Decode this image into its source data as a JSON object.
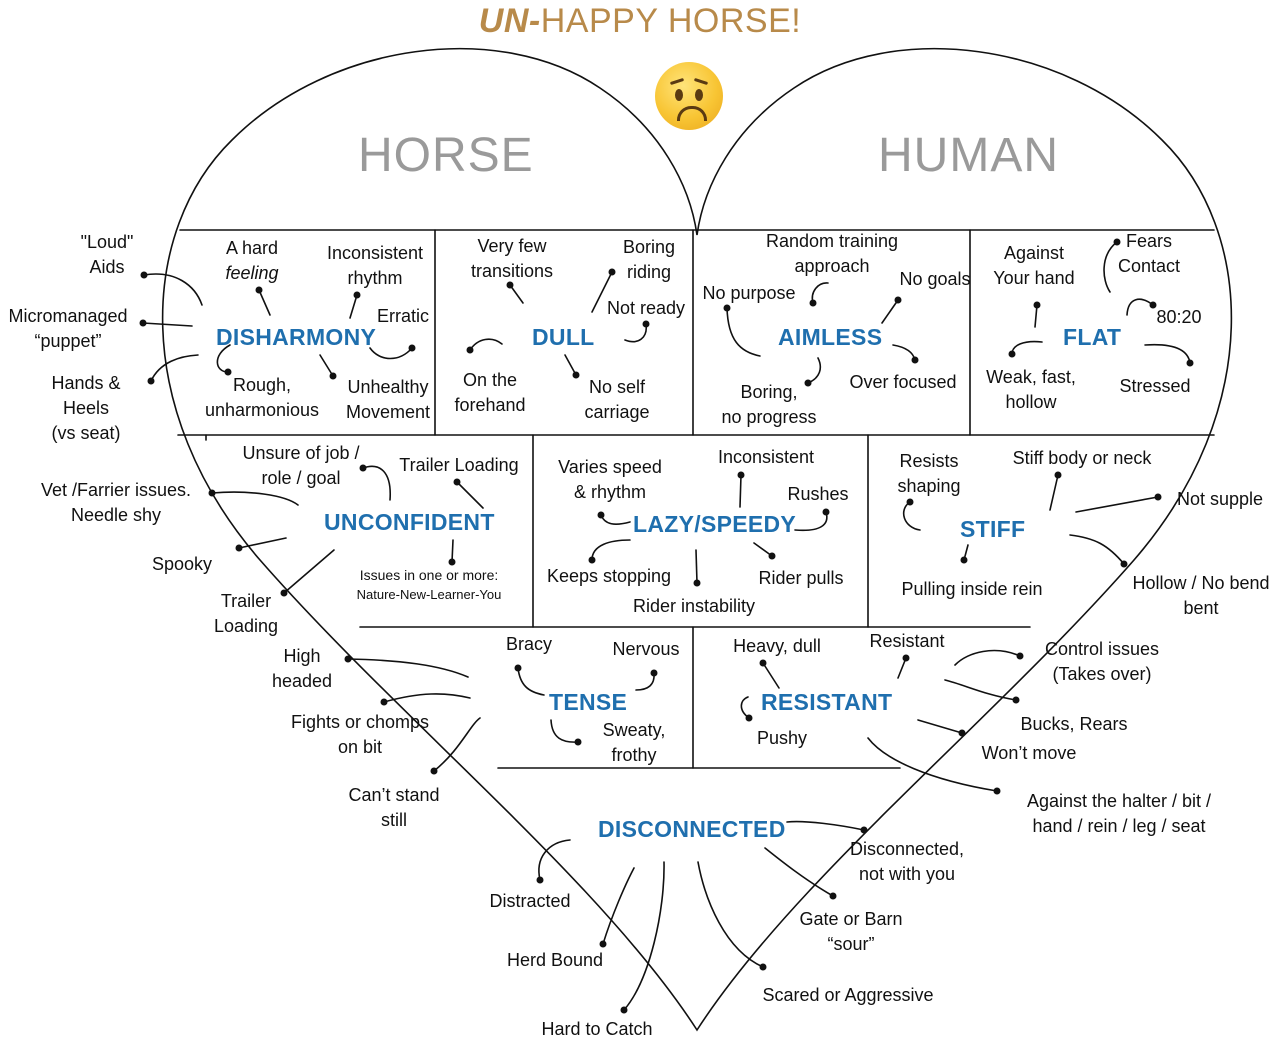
{
  "title": {
    "prefix": "UN-",
    "main": "HAPPY HORSE!"
  },
  "face_icon": "worried-face-emoji",
  "colors": {
    "title": "#b88a4a",
    "category": "#1f6fae",
    "side_label": "#9a9a9a",
    "line": "#111111"
  },
  "sides": {
    "horse": "HORSE",
    "human": "HUMAN"
  },
  "categories": {
    "disharmony": {
      "name": "DISHARMONY",
      "items": [
        {
          "lines": [
            "A hard",
            "feeling"
          ]
        },
        {
          "lines": [
            "Inconsistent",
            "rhythm"
          ]
        },
        {
          "lines": [
            "Erratic"
          ]
        },
        {
          "lines": [
            "Rough,",
            "unharmonious"
          ]
        },
        {
          "lines": [
            "Unhealthy",
            "Movement"
          ]
        }
      ],
      "outside": [
        {
          "lines": [
            "\"Loud\"",
            "Aids"
          ]
        },
        {
          "lines": [
            "Micromanaged",
            "“puppet”"
          ]
        },
        {
          "lines": [
            "Hands &",
            "Heels",
            "(vs seat)"
          ]
        }
      ]
    },
    "dull": {
      "name": "DULL",
      "items": [
        {
          "lines": [
            "Very few",
            "transitions"
          ]
        },
        {
          "lines": [
            "Boring",
            "riding"
          ]
        },
        {
          "lines": [
            "Not ready"
          ]
        },
        {
          "lines": [
            "On the",
            "forehand"
          ]
        },
        {
          "lines": [
            "No self",
            "carriage"
          ]
        }
      ]
    },
    "aimless": {
      "name": "AIMLESS",
      "items": [
        {
          "lines": [
            "Random training",
            "approach"
          ]
        },
        {
          "lines": [
            "No goals"
          ]
        },
        {
          "lines": [
            "No purpose"
          ]
        },
        {
          "lines": [
            "Boring,",
            "no progress"
          ]
        },
        {
          "lines": [
            "Over focused"
          ]
        }
      ]
    },
    "flat": {
      "name": "FLAT",
      "items": [
        {
          "lines": [
            "Against",
            "Your hand"
          ]
        },
        {
          "lines": [
            "Fears",
            "Contact"
          ]
        },
        {
          "lines": [
            "80:20"
          ]
        },
        {
          "lines": [
            "Weak, fast,",
            "hollow"
          ]
        },
        {
          "lines": [
            "Stressed"
          ]
        }
      ]
    },
    "unconfident": {
      "name": "UNCONFIDENT",
      "items": [
        {
          "lines": [
            "Unsure of job /",
            "role / goal"
          ]
        },
        {
          "lines": [
            "Trailer Loading"
          ]
        },
        {
          "lines": [
            "Issues in one or more:",
            "Nature-New-Learner-You"
          ]
        }
      ],
      "outside": [
        {
          "lines": [
            "Vet /Farrier issues.",
            "Needle shy"
          ]
        },
        {
          "lines": [
            "Spooky"
          ]
        },
        {
          "lines": [
            "Trailer",
            "Loading"
          ]
        }
      ]
    },
    "lazy_speedy": {
      "name": "LAZY/SPEEDY",
      "items": [
        {
          "lines": [
            "Varies speed",
            "& rhythm"
          ]
        },
        {
          "lines": [
            "Inconsistent"
          ]
        },
        {
          "lines": [
            "Rushes"
          ]
        },
        {
          "lines": [
            "Keeps stopping"
          ]
        },
        {
          "lines": [
            "Rider pulls"
          ]
        },
        {
          "lines": [
            "Rider instability"
          ]
        }
      ]
    },
    "stiff": {
      "name": "STIFF",
      "items": [
        {
          "lines": [
            "Resists",
            "shaping"
          ]
        },
        {
          "lines": [
            "Stiff body or neck"
          ]
        },
        {
          "lines": [
            "Pulling inside rein"
          ]
        }
      ],
      "outside": [
        {
          "lines": [
            "Not supple"
          ]
        },
        {
          "lines": [
            "Hollow / No bend",
            "bent"
          ]
        }
      ]
    },
    "tense": {
      "name": "TENSE",
      "items": [
        {
          "lines": [
            "Bracy"
          ]
        },
        {
          "lines": [
            "Nervous"
          ]
        },
        {
          "lines": [
            "Sweaty,",
            "frothy"
          ]
        }
      ],
      "outside": [
        {
          "lines": [
            "High",
            "headed"
          ]
        },
        {
          "lines": [
            "Fights or chomps",
            "on bit"
          ]
        },
        {
          "lines": [
            "Can’t stand",
            "still"
          ]
        }
      ]
    },
    "resistant": {
      "name": "RESISTANT",
      "items": [
        {
          "lines": [
            "Heavy, dull"
          ]
        },
        {
          "lines": [
            "Resistant"
          ]
        },
        {
          "lines": [
            "Pushy"
          ]
        }
      ],
      "outside": [
        {
          "lines": [
            "Control issues",
            "(Takes over)"
          ]
        },
        {
          "lines": [
            "Bucks, Rears"
          ]
        },
        {
          "lines": [
            "Won’t move"
          ]
        },
        {
          "lines": [
            "Against the halter / bit /",
            "hand / rein / leg / seat"
          ]
        }
      ]
    },
    "disconnected": {
      "name": "DISCONNECTED",
      "outside": [
        {
          "lines": [
            "Distracted"
          ]
        },
        {
          "lines": [
            "Herd Bound"
          ]
        },
        {
          "lines": [
            "Hard to Catch"
          ]
        },
        {
          "lines": [
            "Scared or Aggressive"
          ]
        },
        {
          "lines": [
            "Gate or Barn",
            "“sour”"
          ]
        },
        {
          "lines": [
            "Disconnected,",
            "not with you"
          ]
        }
      ]
    }
  }
}
